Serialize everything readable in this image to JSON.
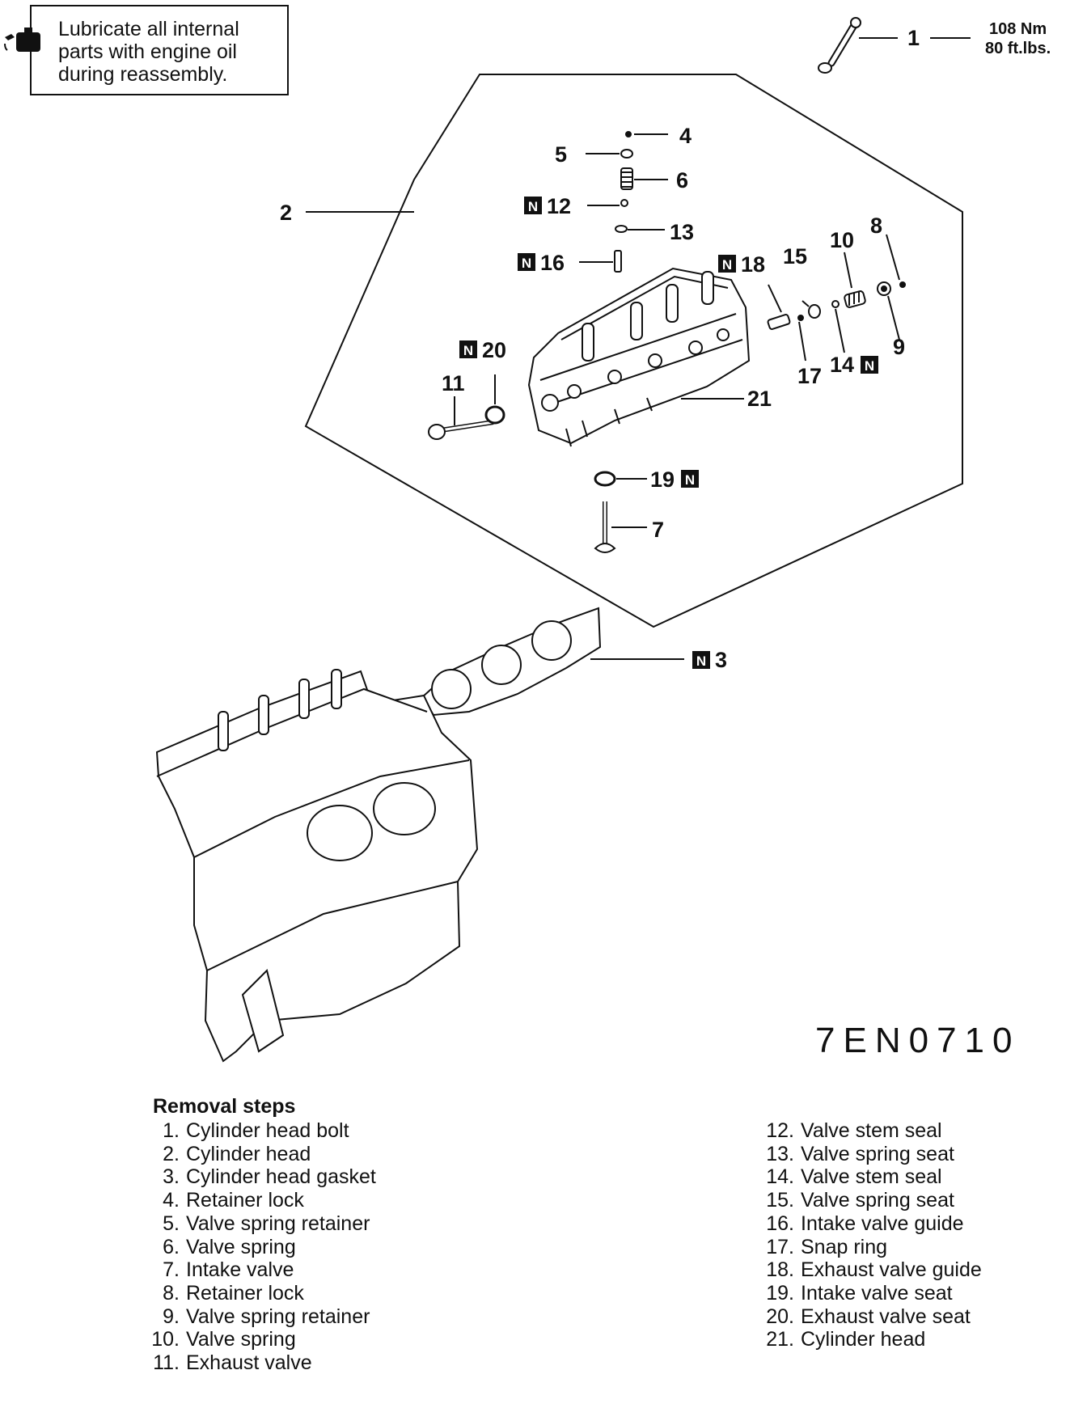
{
  "note": {
    "text": "Lubricate all internal\nparts with engine oil\nduring reassembly.",
    "icon": "oil-can-icon"
  },
  "torque": {
    "line1": "108 Nm",
    "line2": "80 ft.lbs."
  },
  "callouts": {
    "c1": "1",
    "c2": "2",
    "c3": "3",
    "c4": "4",
    "c5": "5",
    "c6": "6",
    "c7": "7",
    "c8": "8",
    "c9": "9",
    "c10": "10",
    "c11": "11",
    "c12": "12",
    "c13": "13",
    "c14": "14",
    "c15": "15",
    "c16": "16",
    "c17": "17",
    "c18": "18",
    "c19": "19",
    "c20": "20",
    "c21": "21",
    "badge": "N"
  },
  "reference_code": "7EN0710",
  "removal": {
    "heading": "Removal steps",
    "left": [
      {
        "num": "1.",
        "text": "Cylinder head bolt"
      },
      {
        "num": "2.",
        "text": "Cylinder head"
      },
      {
        "num": "3.",
        "text": "Cylinder head gasket"
      },
      {
        "num": "4.",
        "text": "Retainer lock"
      },
      {
        "num": "5.",
        "text": "Valve spring retainer"
      },
      {
        "num": "6.",
        "text": "Valve spring"
      },
      {
        "num": "7.",
        "text": "Intake valve"
      },
      {
        "num": "8.",
        "text": "Retainer lock"
      },
      {
        "num": "9.",
        "text": "Valve spring retainer"
      },
      {
        "num": "10.",
        "text": "Valve spring"
      },
      {
        "num": "11.",
        "text": "Exhaust valve"
      }
    ],
    "right": [
      {
        "num": "12.",
        "text": "Valve stem seal"
      },
      {
        "num": "13.",
        "text": "Valve spring seat"
      },
      {
        "num": "14.",
        "text": "Valve stem seal"
      },
      {
        "num": "15.",
        "text": "Valve spring seat"
      },
      {
        "num": "16.",
        "text": "Intake valve guide"
      },
      {
        "num": "17.",
        "text": "Snap ring"
      },
      {
        "num": "18.",
        "text": "Exhaust valve guide"
      },
      {
        "num": "19.",
        "text": "Intake valve seat"
      },
      {
        "num": "20.",
        "text": "Exhaust valve seat"
      },
      {
        "num": "21.",
        "text": "Cylinder head"
      }
    ]
  }
}
